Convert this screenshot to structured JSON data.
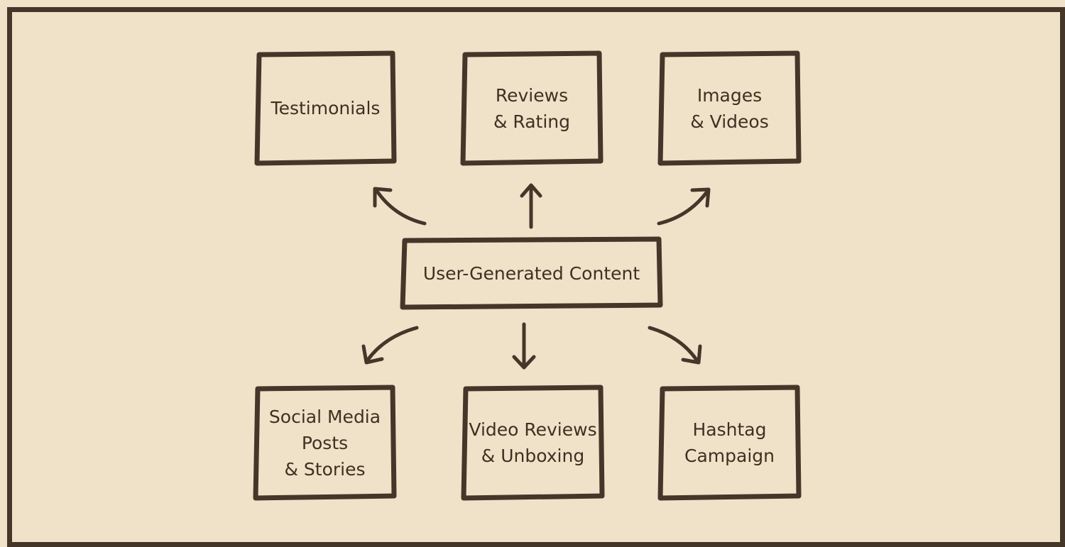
{
  "diagram": {
    "center": {
      "label": "User-Generated Content"
    },
    "nodes": [
      {
        "label": "Testimonials"
      },
      {
        "label": "Reviews\n& Rating"
      },
      {
        "label": "Images\n& Videos"
      },
      {
        "label": "Social Media\nPosts\n& Stories"
      },
      {
        "label": "Video Reviews\n& Unboxing"
      },
      {
        "label": "Hashtag\nCampaign"
      }
    ],
    "colors": {
      "background": "#efe2c8",
      "ink": "#45362a"
    }
  }
}
